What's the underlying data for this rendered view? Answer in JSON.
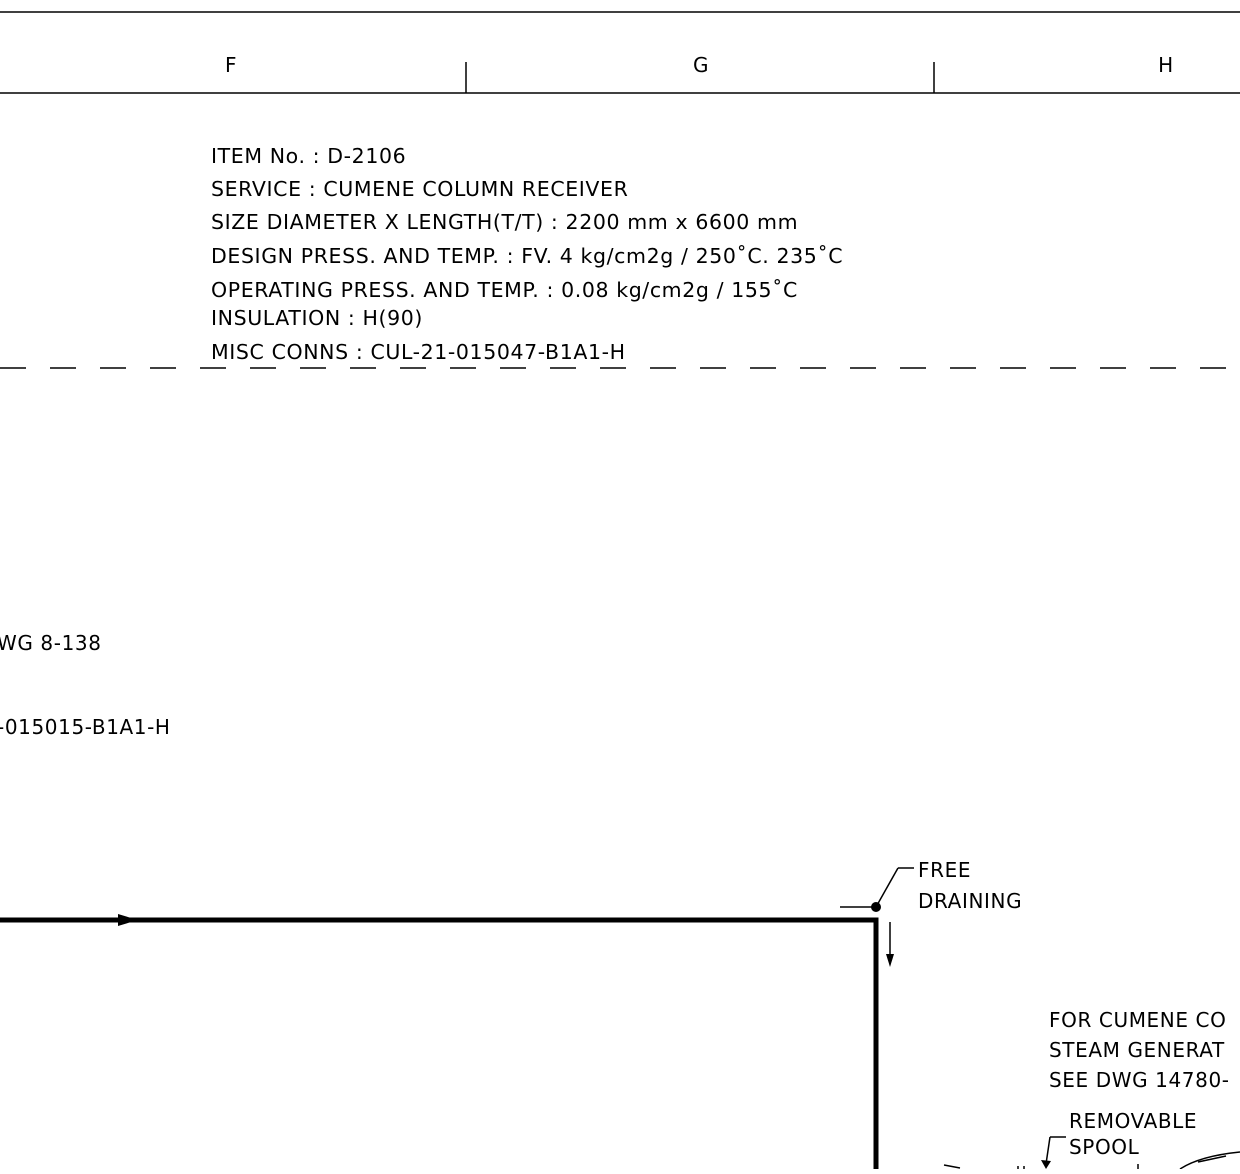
{
  "zones": [
    "F",
    "G",
    "H"
  ],
  "equipment": {
    "item_no": "ITEM No. : D-2106",
    "service": "SERVICE : CUMENE COLUMN RECEIVER",
    "size": "SIZE DIAMETER X LENGTH(T/T) :  2200 mm x 6600 mm",
    "design": "DESIGN PRESS. AND TEMP. : FV. 4 kg/cm2g / 250˚C. 235˚C",
    "operating": "OPERATING PRESS. AND TEMP. : 0.08 kg/cm2g / 155˚C",
    "insulation": "INSULATION : H(90)",
    "misc_conns": "MISC CONNS : CUL-21-015047-B1A1-H"
  },
  "left_refs": {
    "dwg": "WG 8-138",
    "line": "-015015-B1A1-H"
  },
  "notes": {
    "free": "FREE",
    "draining": "DRAINING",
    "for_cumene": "FOR CUMENE CO",
    "steam_gen": "STEAM GENERAT",
    "see_dwg": "SEE DWG 14780-",
    "removable": "REMOVABLE",
    "spool": "SPOOL"
  }
}
